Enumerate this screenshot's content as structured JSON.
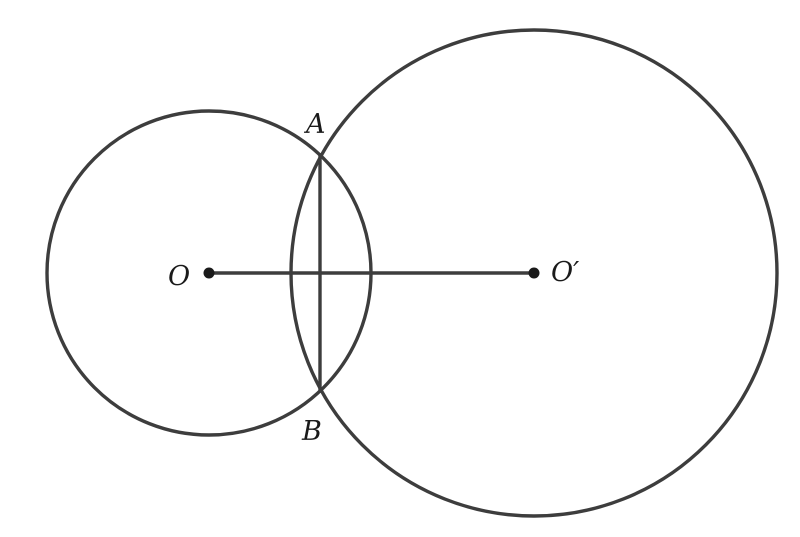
{
  "diagram": {
    "labels": {
      "O": "O",
      "O_prime": "O′",
      "A": "A",
      "B": "B"
    },
    "colors": {
      "stroke": "#3d3d3d",
      "point": "#1a1a1a",
      "background": "#ffffff"
    }
  }
}
